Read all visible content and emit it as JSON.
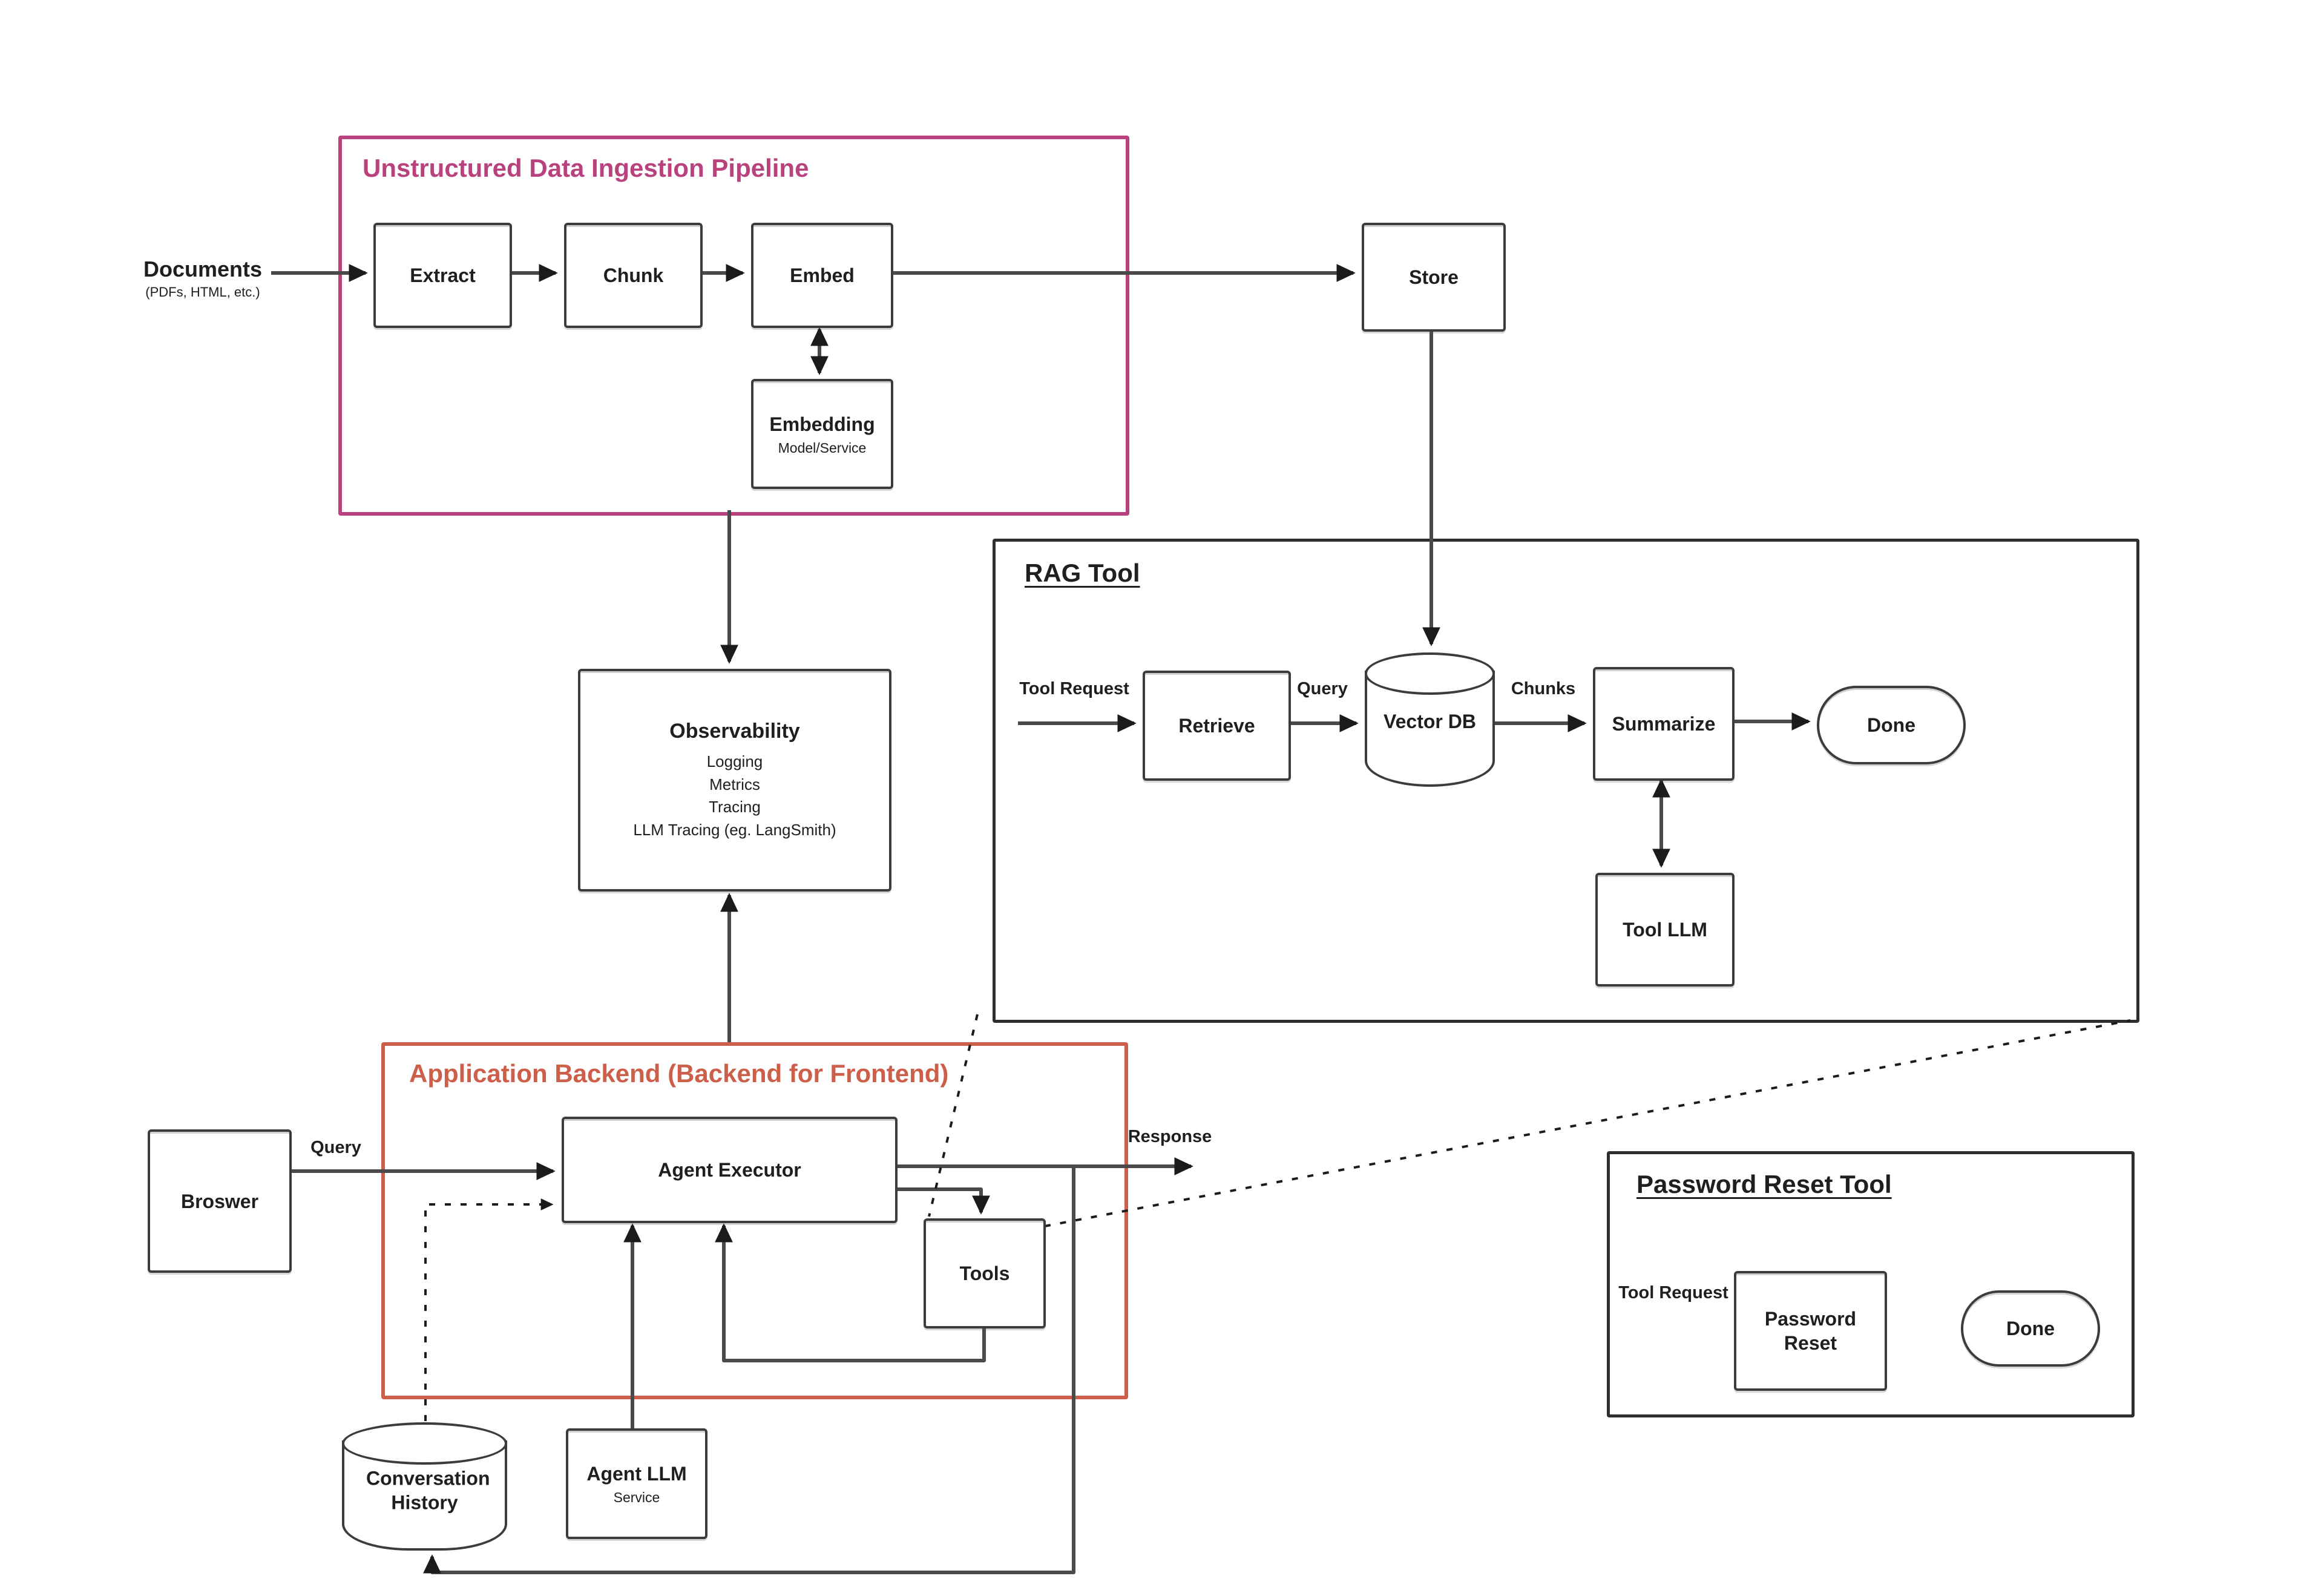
{
  "colors": {
    "pink": "#b8417e",
    "orange": "#cd5f4a",
    "line": "#4a4a4a",
    "ink": "#1f1f1f",
    "border": "#3c3c3c"
  },
  "containers": {
    "ingestion": {
      "title": "Unstructured Data Ingestion Pipeline"
    },
    "rag": {
      "title": "RAG Tool"
    },
    "backend": {
      "title": "Application Backend (Backend for Frontend)"
    },
    "password": {
      "title": "Password Reset Tool"
    }
  },
  "nodes": {
    "documents": {
      "label": "Documents",
      "sub": "(PDFs, HTML, etc.)"
    },
    "extract": {
      "label": "Extract"
    },
    "chunk": {
      "label": "Chunk"
    },
    "embed": {
      "label": "Embed"
    },
    "embedding_model": {
      "label": "Embedding",
      "sub": "Model/Service"
    },
    "store": {
      "label": "Store"
    },
    "observability": {
      "label": "Observability",
      "lines": [
        "Logging",
        "Metrics",
        "Tracing",
        "LLM Tracing (eg. LangSmith)"
      ]
    },
    "retrieve": {
      "label": "Retrieve"
    },
    "vector_db": {
      "label": "Vector DB"
    },
    "summarize": {
      "label": "Summarize"
    },
    "rag_done": {
      "label": "Done"
    },
    "tool_llm": {
      "label": "Tool LLM"
    },
    "browser": {
      "label": "Broswer"
    },
    "agent_executor": {
      "label": "Agent Executor"
    },
    "tools": {
      "label": "Tools"
    },
    "conversation_history": {
      "label": "Conversation History"
    },
    "agent_llm": {
      "label": "Agent LLM",
      "sub": "Service"
    },
    "password_reset": {
      "label": "Password Reset"
    },
    "password_done": {
      "label": "Done"
    }
  },
  "edge_labels": {
    "browser_query": "Query",
    "response": "Response",
    "rag_tool_request": "Tool Request",
    "retrieve_query": "Query",
    "chunks": "Chunks",
    "password_tool_request": "Tool Request"
  }
}
